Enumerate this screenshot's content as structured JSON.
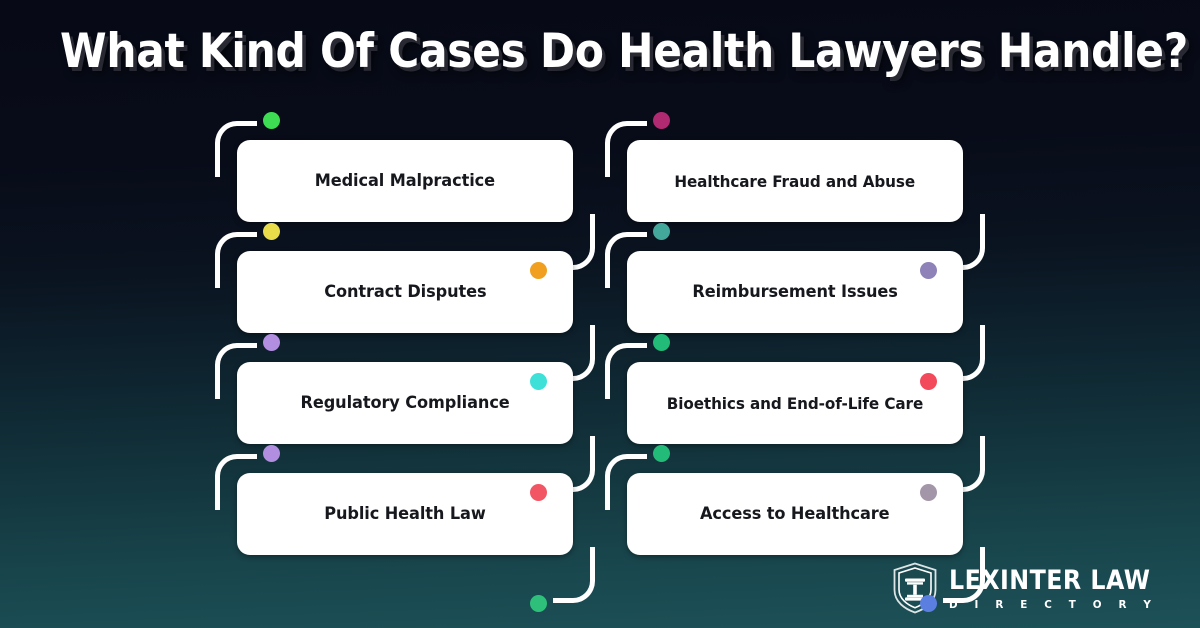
{
  "page": {
    "title": "What Kind Of Cases Do Health Lawyers Handle?",
    "background_top": "#070a16",
    "background_bottom": "#1d5158"
  },
  "columns": [
    {
      "id": "left",
      "cards": [
        {
          "label": "Medical Malpractice",
          "dot_top_left": "#3ddc53",
          "dot_bottom_right": "#f0a01e"
        },
        {
          "label": "Contract Disputes",
          "dot_top_left": "#e8dc4a",
          "dot_bottom_right": "#3fe0d8"
        },
        {
          "label": "Regulatory Compliance",
          "dot_top_left": "#b18ee0",
          "dot_bottom_right": "#f25563"
        },
        {
          "label": "Public Health Law",
          "dot_top_left": "#b18ee0",
          "dot_bottom_right": "#2ec07a"
        }
      ]
    },
    {
      "id": "right",
      "cards": [
        {
          "label": "Healthcare Fraud and Abuse",
          "dot_top_left": "#b02a72",
          "dot_bottom_right": "#8e82b8"
        },
        {
          "label": "Reimbursement Issues",
          "dot_top_left": "#44a79b",
          "dot_bottom_right": "#f2495b"
        },
        {
          "label": "Bioethics and End-of-Life Care",
          "dot_top_left": "#22bb78",
          "dot_bottom_right": "#a396a8"
        },
        {
          "label": "Access to Healthcare",
          "dot_top_left": "#22bb78",
          "dot_bottom_right": "#5b7fe0"
        }
      ]
    }
  ],
  "logo": {
    "name": "LEXINTER LAW",
    "subtitle": "D I R E C T O R Y",
    "icon": "shield-column-icon"
  }
}
